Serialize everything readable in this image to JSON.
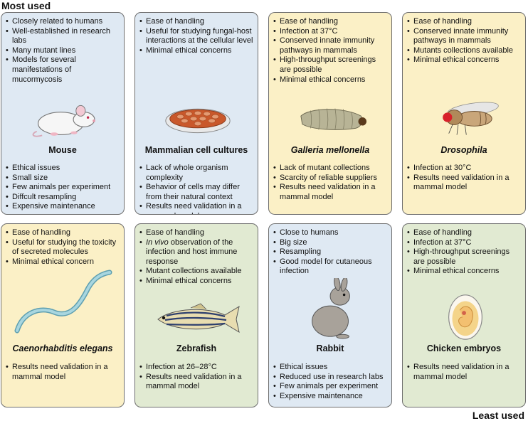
{
  "labels": {
    "most": "Most used",
    "least": "Least used"
  },
  "colors": {
    "blue": "#dfe9f3",
    "yellow": "#fbf0c6",
    "green": "#e1ead2"
  },
  "cards": [
    {
      "name": "Mouse",
      "italic": false,
      "color": "blue",
      "pros": [
        "Closely related to humans",
        "Well-established in research labs",
        "Many mutant lines",
        "Models for several manifestations of mucormycosis"
      ],
      "cons": [
        "Ethical issues",
        "Small size",
        "Few animals per experiment",
        "Diffcult resampling",
        "Expensive maintenance"
      ]
    },
    {
      "name": "Mammalian cell cultures",
      "italic": false,
      "color": "blue",
      "pros": [
        "Ease of handling",
        "Useful for studying fungal-host interactions at the cellular level",
        "Minimal ethical concerns"
      ],
      "cons": [
        "Lack of whole organism complexity",
        "Behavior of cells may differ from their natural context",
        "Results need validation in a mammal model"
      ]
    },
    {
      "name": "Galleria mellonella",
      "italic": true,
      "color": "yellow",
      "pros": [
        "Ease of handling",
        "Infection at 37°C",
        "Conserved innate immunity pathways in mammals",
        "High-throughput screenings are possible",
        "Minimal ethical concerns"
      ],
      "cons": [
        "Lack of mutant collections",
        "Scarcity of reliable suppliers",
        "Results need validation in a mammal model"
      ]
    },
    {
      "name": "Drosophila",
      "italic": true,
      "color": "yellow",
      "pros": [
        "Ease of handling",
        "Conserved innate immunity pathways in mammals",
        "Mutants collections available",
        "Minimal ethical concerns"
      ],
      "cons": [
        "Infection at 30°C",
        "Results need validation in a mammal model"
      ]
    },
    {
      "name": "Caenorhabditis elegans",
      "italic": true,
      "color": "yellow",
      "pros": [
        "Ease of handling",
        "Useful for studying  the toxicity of secreted molecules",
        "Minimal ethical concern"
      ],
      "cons": [
        "Results need validation in a mammal model"
      ]
    },
    {
      "name": "Zebrafish",
      "italic": false,
      "color": "green",
      "pros": [
        "Ease of handling",
        "In vivo observation of the infection and host immune response",
        "Mutant collections available",
        "Minimal ethical concerns"
      ],
      "cons": [
        "Infection at 26–28°C",
        "Results need validation in a mammal model"
      ]
    },
    {
      "name": "Rabbit",
      "italic": false,
      "color": "blue",
      "pros": [
        "Close to humans",
        "Big size",
        "Resampling",
        "Good model for cutaneous infection"
      ],
      "cons": [
        "Ethical issues",
        "Reduced use in research labs",
        "Few animals per experiment",
        "Expensive maintenance"
      ]
    },
    {
      "name": "Chicken embryos",
      "italic": false,
      "color": "green",
      "pros": [
        "Ease of handling",
        "Infection at 37°C",
        "High-throughput screenings are possible",
        "Minimal ethical concerns"
      ],
      "cons": [
        "Results need validation in a mammal model"
      ]
    }
  ]
}
